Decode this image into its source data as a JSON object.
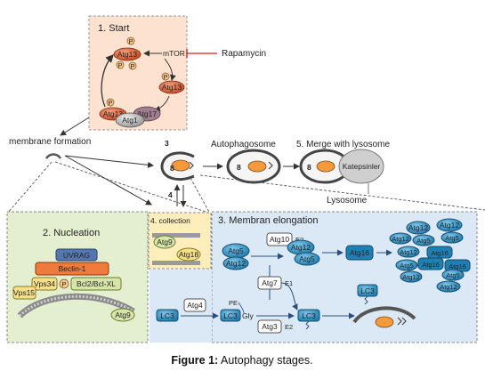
{
  "panels": {
    "start": {
      "title": "1. Start",
      "mtor": "mTOR",
      "rapamycin": "Rapamycin",
      "atg13": "Atg13",
      "atg1": "Atg1",
      "atg17": "Atg17",
      "p": "P"
    },
    "membrane_formation": "membrane formation",
    "step3": "3",
    "step4": "4",
    "autophagosome": "Autophagosome",
    "merge": "5. Merge with lysosome",
    "katepsinler": "Katepsinler",
    "lysosome": "Lysosome",
    "nucleation": {
      "title": "2. Nucleation",
      "uvrag": "UVRAG",
      "beclin": "Beclin-1",
      "vps34": "Vps34",
      "p": "P",
      "bcl": "Bcl2/Bcl-XL",
      "vps15": "Vps15",
      "atg9": "Atg9"
    },
    "collection": {
      "title": "4. collection",
      "atg9": "Atg9",
      "atg18": "Atg18"
    },
    "elongation": {
      "title": "3. Membran elongation",
      "atg10": "Atg10",
      "e2": "E2",
      "e1": "E1",
      "atg5": "Atg5",
      "atg12": "Atg12",
      "atg7": "Atg7",
      "atg16": "Atg16",
      "atg4": "Atg4",
      "atg3": "Atg3",
      "lc3": "LC3",
      "lc3gly": "LC3",
      "gly": "Gly",
      "pe": "PE"
    }
  },
  "caption": {
    "label": "Figure 1:",
    "text": " Autophagy stages."
  },
  "colors": {
    "start_bg": "#fde3cf",
    "nucleation_bg": "#e4efcf",
    "collection_bg": "#fdeebc",
    "elongation_bg": "#dbe9f6",
    "atg13": "#e06a42",
    "atg_blue": "#2c8fc0",
    "beclin": "#f07a3c",
    "uvrag": "#5577b0"
  }
}
